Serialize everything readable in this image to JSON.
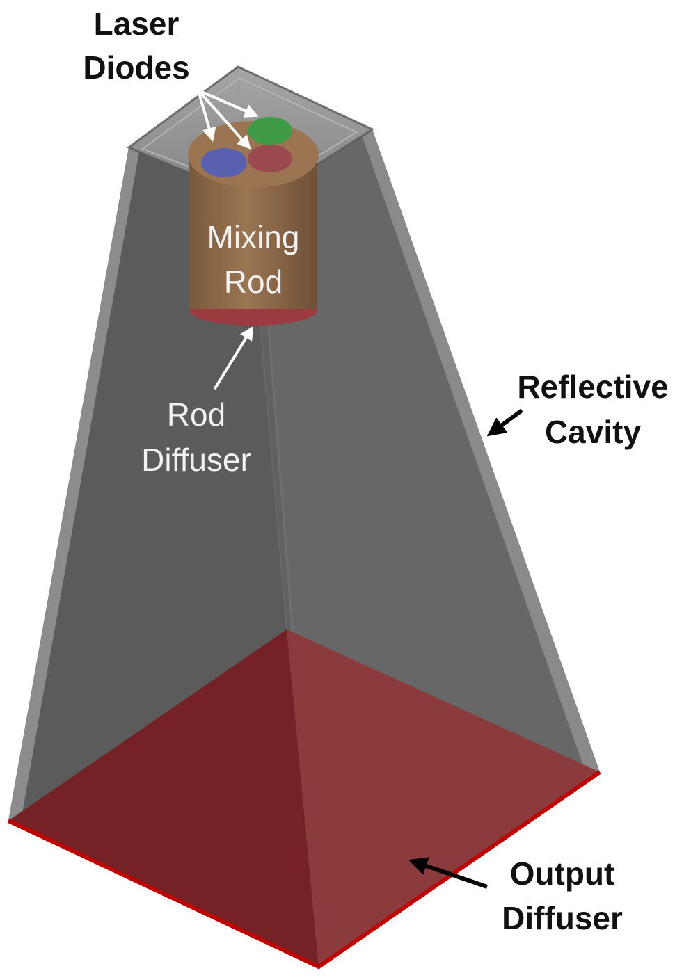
{
  "labels": {
    "laser_diodes": [
      "Laser",
      "Diodes"
    ],
    "mixing_rod": [
      "Mixing",
      "Rod"
    ],
    "rod_diffuser": [
      "Rod",
      "Diffuser"
    ],
    "reflective_cavity": [
      "Reflective",
      "Cavity"
    ],
    "output_diffuser": [
      "Output",
      "Diffuser"
    ]
  },
  "colors": {
    "cavity_left": "#5a5a5a",
    "cavity_right": "#636363",
    "cavity_edge": "#8a8a8a",
    "cap": "#7d7d7d",
    "rod": "#8a6a4a",
    "output_left": "#742225",
    "output_right": "#8c3b3d",
    "output_edge": "#c00000",
    "diode_green": "#3f9a48",
    "diode_blue": "#5a60b0",
    "diode_red": "#9b4a50"
  }
}
